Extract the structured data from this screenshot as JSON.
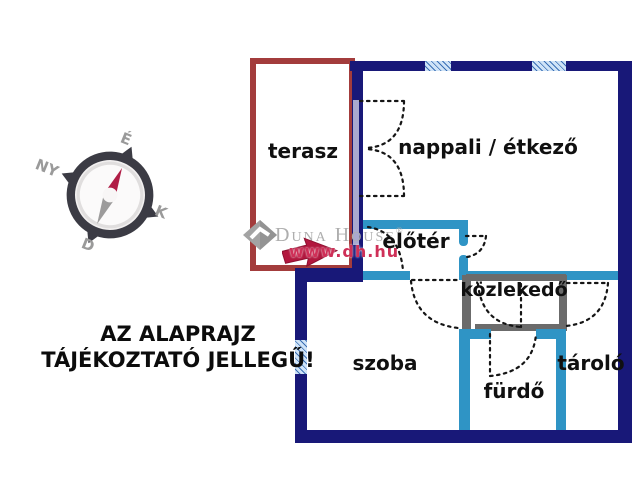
{
  "disclaimer": {
    "line1": "AZ ALAPRAJZ",
    "line2": "TÁJÉKOZTATÓ JELLEGŰ!"
  },
  "rooms": {
    "terrace": "terasz",
    "living_dining": "nappali / étkező",
    "foyer": "előtér",
    "hallway": "közlekedő",
    "room": "szoba",
    "bathroom": "fürdő",
    "storage": "tároló"
  },
  "compass": {
    "north": "É",
    "west": "NY",
    "east": "K",
    "south": "D"
  },
  "watermark": {
    "brand": "Duna House",
    "registered": "®",
    "url": "www.dh.hu"
  },
  "colors": {
    "exterior_wall": "#181878",
    "terrace_wall": "#a33c3c",
    "interior_wall": "#2f94c5",
    "closet_wall": "#6b6b6b",
    "window_fill": "#cfe3f7",
    "brand_red": "#b2173e",
    "watermark_gray": "#aeaeae"
  }
}
